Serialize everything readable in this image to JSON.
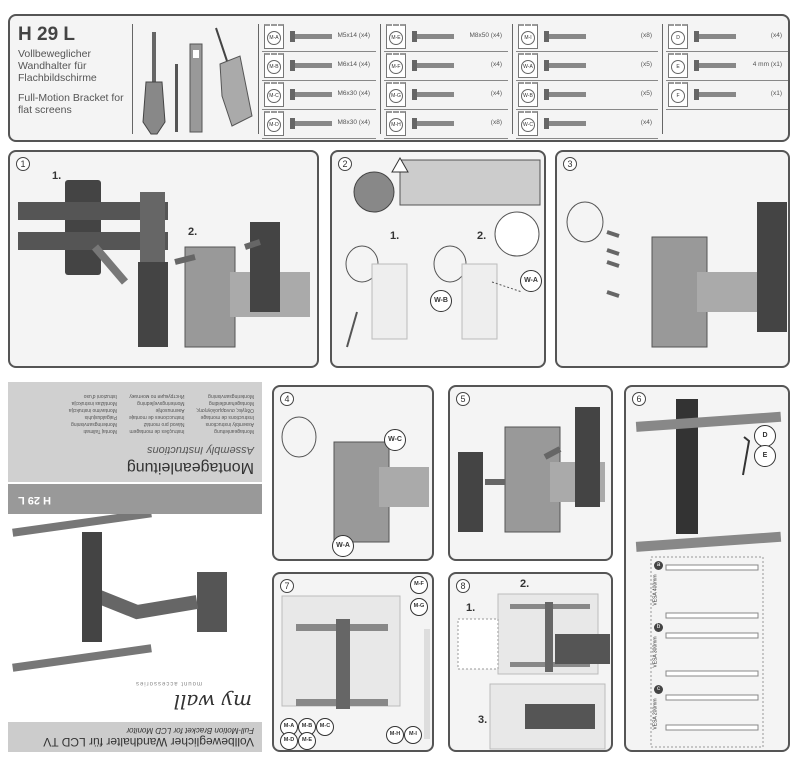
{
  "header": {
    "model": "H 29 L",
    "title_de": "Vollbeweglicher Wandhalter für Flachbildschirme",
    "title_en": "Full-Motion Bracket for flat screens",
    "tools": [
      "screwdriver-icon",
      "drill-bit-icon",
      "spirit-level-icon",
      "power-drill-icon"
    ],
    "parts": [
      [
        {
          "id": "M-A",
          "spec": "M5x14 (x4)"
        },
        {
          "id": "M-B",
          "spec": "M6x14 (x4)"
        },
        {
          "id": "M-C",
          "spec": "M6x30 (x4)"
        },
        {
          "id": "M-D",
          "spec": "M8x30 (x4)"
        }
      ],
      [
        {
          "id": "M-E",
          "spec": "M8x50 (x4)"
        },
        {
          "id": "M-F",
          "spec": "(x4)"
        },
        {
          "id": "M-G",
          "spec": "(x4)"
        },
        {
          "id": "M-H",
          "spec": "(x8)"
        }
      ],
      [
        {
          "id": "M-I",
          "spec": "(x8)"
        },
        {
          "id": "W-A",
          "spec": "(x5)"
        },
        {
          "id": "W-B",
          "spec": "(x5)"
        },
        {
          "id": "W-C",
          "spec": "(x4)"
        }
      ],
      [
        {
          "id": "D",
          "spec": "(x4)"
        },
        {
          "id": "E",
          "spec": "4 mm (x1)"
        },
        {
          "id": "F",
          "spec": "(x1)"
        }
      ]
    ]
  },
  "steps": {
    "s1": {
      "num": "1",
      "sub1": "1.",
      "sub2": "2."
    },
    "s2": {
      "num": "2",
      "sub1": "1.",
      "sub2": "2.",
      "callout_a": "W-B",
      "callout_b": "W-A",
      "warn": "!"
    },
    "s3": {
      "num": "3"
    },
    "s4": {
      "num": "4",
      "callout_a": "W-C",
      "callout_b": "W-A"
    },
    "s5": {
      "num": "5"
    },
    "s6": {
      "num": "6",
      "callout_d": "D",
      "callout_e": "E",
      "vesa": [
        {
          "tag": "a",
          "label": "VESA 400mm"
        },
        {
          "tag": "b",
          "label": "VESA 300mm"
        },
        {
          "tag": "c",
          "label": "VESA 200mm"
        }
      ]
    },
    "s7": {
      "num": "7",
      "callouts": [
        "M-F",
        "M-G",
        "M-A",
        "M-B",
        "M-C",
        "M-D",
        "M-E",
        "M-H",
        "M-I"
      ]
    },
    "s8": {
      "num": "8",
      "sub1": "1.",
      "sub2": "2.",
      "sub3": "3."
    }
  },
  "cover": {
    "title": "Montageanleitung",
    "subtitle": "Assembly Instructions",
    "languages": [
      [
        "Montageanleitung",
        "Assembly instructions",
        "Instructions de montage",
        "Οδηγίες συναρμολόγησης",
        "Montagehandleiding",
        "Monteringsanvisning"
      ],
      [
        "Instruções de montagem",
        "Návod pro montáž",
        "Instrucciones de montaje",
        "Asennusohje",
        "Monteringsvejledning",
        "Инструкция по монтажу"
      ],
      [
        "Montaj Talimatı",
        "Monteringsanvisning",
        "Paigaldusjuhis",
        "Montavimo instrukcija",
        "Montāžas instrukcija",
        "Istruzioni d'uso"
      ]
    ],
    "model": "H 29 L",
    "brand": "my wall",
    "brand_tag": "mount accessories",
    "product_de": "Vollbeweglicher Wandhalter für LCD TV",
    "product_en": "Full-Motion Bracket for LCD Monitor"
  }
}
